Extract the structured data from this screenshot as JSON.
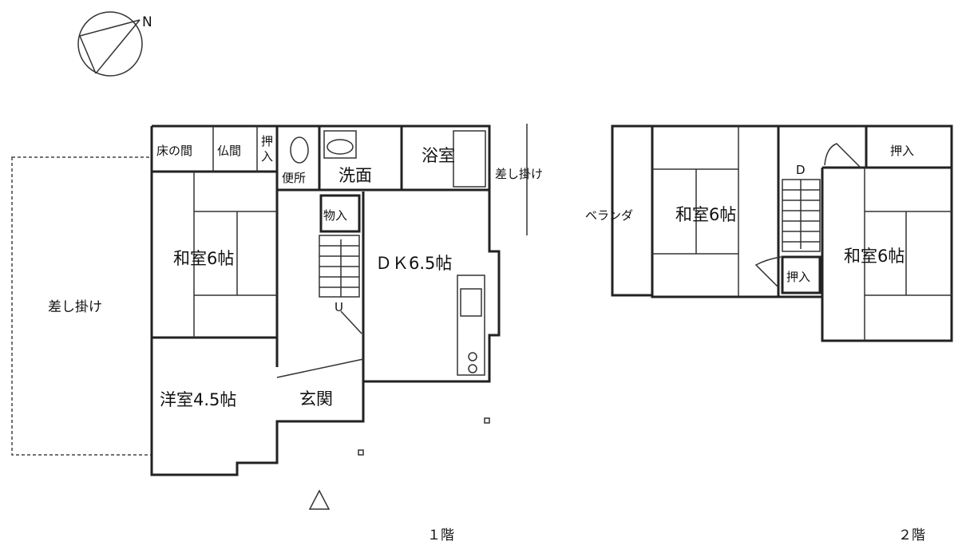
{
  "compass": {
    "label": "N"
  },
  "floor1": {
    "label": "１階",
    "rooms": {
      "tokonoma": "床の間",
      "butsuma": "仏間",
      "oshiire_top": "押",
      "oshiire_bottom": "入",
      "toilet": "便所",
      "washroom": "洗面",
      "bath": "浴室",
      "storage": "物入",
      "washitsu": "和室6帖",
      "dk": "ＤＫ6.5帖",
      "yoshitsu": "洋室4.5帖",
      "entrance": "玄関",
      "stair_mark": "U",
      "sashikake_left": "差し掛け",
      "sashikake_right": "差し掛け"
    }
  },
  "floor2": {
    "label": "２階",
    "rooms": {
      "veranda": "ベランダ",
      "washitsu_left": "和室6帖",
      "washitsu_right": "和室6帖",
      "oshiire_top": "押入",
      "oshiire_small": "押入",
      "stair_mark": "D"
    }
  }
}
